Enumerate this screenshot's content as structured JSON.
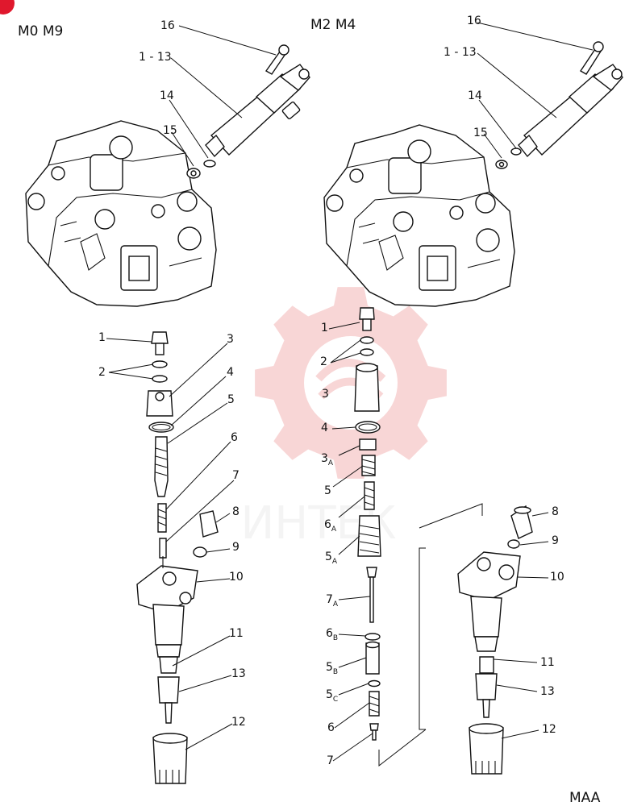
{
  "brand": {
    "watermark_text": "ИНТЕК",
    "watermark_color": "#f3b5b5",
    "corner_color": "#e0182d"
  },
  "variants": {
    "left_title": "M0 M9",
    "right_title": "M2 M4"
  },
  "code": "MAA",
  "callouts": {
    "top_left": [
      "16",
      "1 - 13",
      "14",
      "15"
    ],
    "top_right": [
      "16",
      "1 - 13",
      "14",
      "15"
    ],
    "left_column": [
      "1",
      "2",
      "3",
      "4",
      "5",
      "6",
      "7",
      "8",
      "9",
      "10",
      "11",
      "13",
      "12"
    ],
    "center_column": [
      "1",
      "2",
      "3",
      "4",
      "3A",
      "5",
      "6A",
      "5A",
      "7A",
      "6B",
      "5B",
      "5C",
      "6",
      "7"
    ],
    "right_column": [
      "8",
      "9",
      "10",
      "11",
      "13",
      "12"
    ]
  }
}
